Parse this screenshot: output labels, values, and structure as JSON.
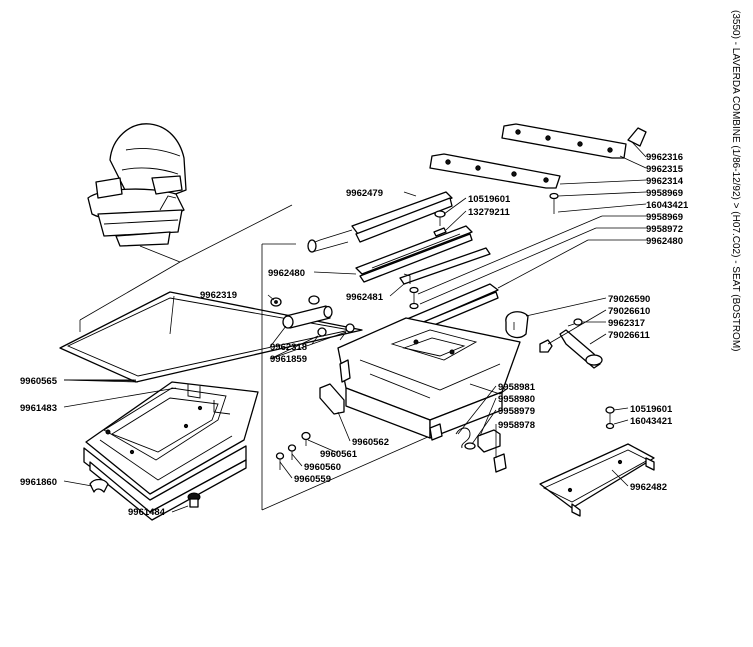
{
  "page_title": "(3550) - LAVERDA COMBINE (1/86-12/92) > (H07.C02) - SEAT (BOSTROM)",
  "labels": {
    "p9962316": "9962316",
    "p9962315": "9962315",
    "p9962314": "9962314",
    "p9958969a": "9958969",
    "p16043421a": "16043421",
    "p9958969b": "9958969",
    "p9958972": "9958972",
    "p9962480a": "9962480",
    "p9962479": "9962479",
    "p10519601a": "10519601",
    "p13279211": "13279211",
    "p9962480b": "9962480",
    "p9962481": "9962481",
    "p9962319": "9962319",
    "p9962318": "9962318",
    "p9961859": "9961859",
    "p79026590": "79026590",
    "p79026610": "79026610",
    "p9962317": "9962317",
    "p79026611": "79026611",
    "p9960565": "9960565",
    "p9961483": "9961483",
    "p9961860": "9961860",
    "p9961484": "9961484",
    "p9960562": "9960562",
    "p9960561": "9960561",
    "p9960560": "9960560",
    "p9960559": "9960559",
    "p9958981": "9958981",
    "p9958980": "9958980",
    "p9958979": "9958979",
    "p9958978": "9958978",
    "p10519601b": "10519601",
    "p16043421b": "16043421",
    "p9962482": "9962482"
  }
}
